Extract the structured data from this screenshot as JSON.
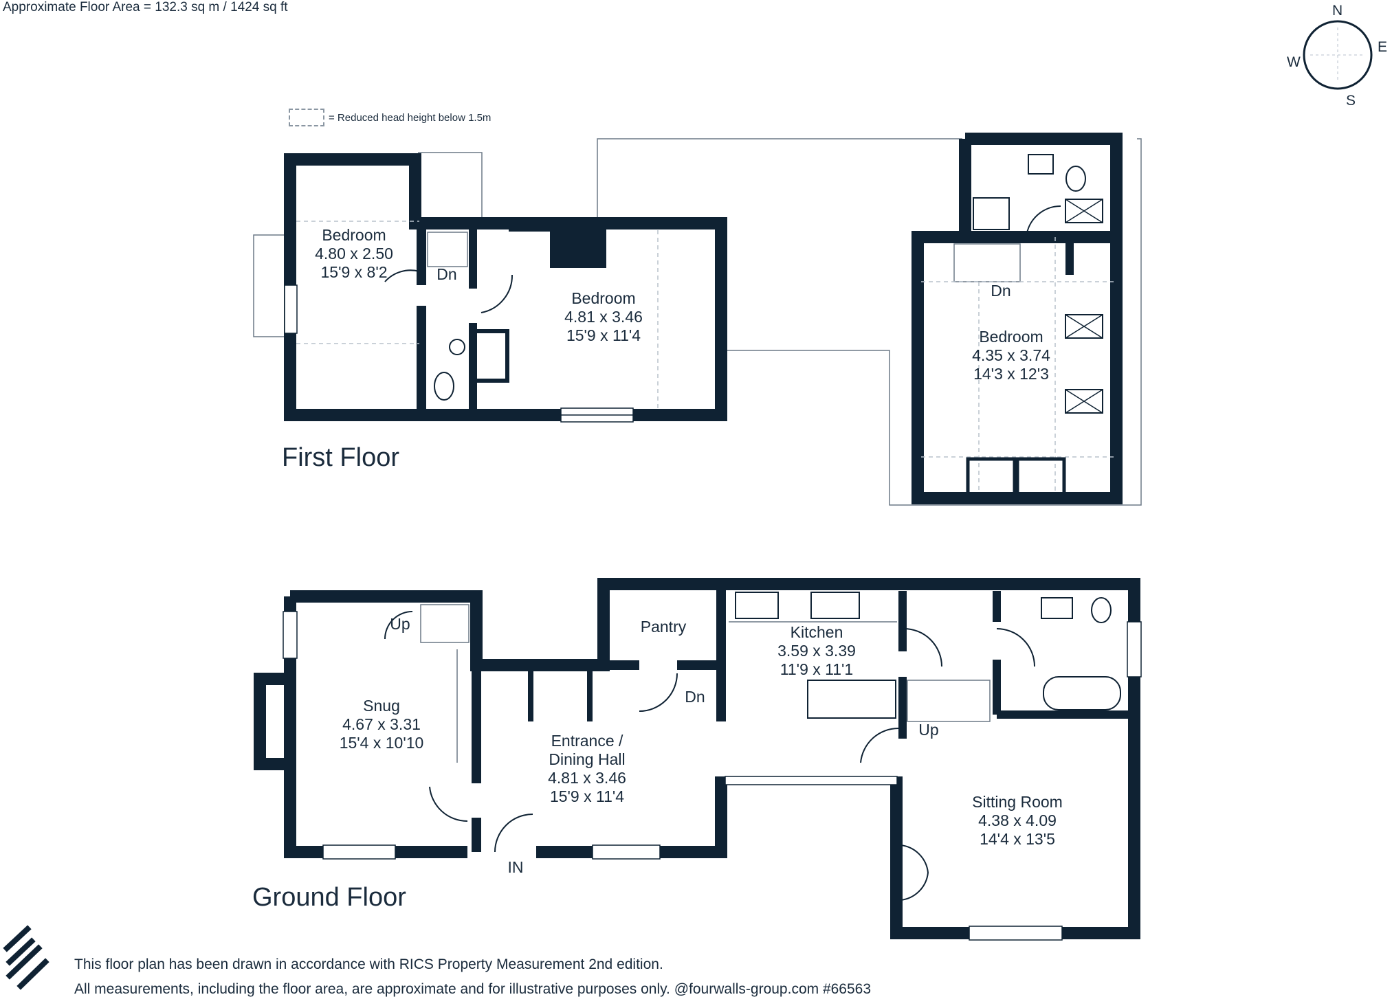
{
  "header": {
    "floor_area": "Approximate Floor Area = 132.3 sq m / 1424 sq ft"
  },
  "key": {
    "text": "= Reduced head height below 1.5m"
  },
  "compass": {
    "n": "N",
    "e": "E",
    "s": "S",
    "w": "W"
  },
  "floors": {
    "first": {
      "title": "First Floor",
      "rooms": [
        {
          "name": "Bedroom",
          "metric": "4.80 x 2.50",
          "imperial": "15'9 x 8'2"
        },
        {
          "name": "Bedroom",
          "metric": "4.81 x 3.46",
          "imperial": "15'9 x 11'4"
        },
        {
          "name": "Bedroom",
          "metric": "4.35 x 3.74",
          "imperial": "14'3 x 12'3"
        }
      ],
      "labels": {
        "dn1": "Dn",
        "dn2": "Dn"
      }
    },
    "ground": {
      "title": "Ground Floor",
      "rooms": [
        {
          "name": "Snug",
          "metric": "4.67 x 3.31",
          "imperial": "15'4 x 10'10"
        },
        {
          "name": "Pantry"
        },
        {
          "name": "Kitchen",
          "metric": "3.59 x 3.39",
          "imperial": "11'9 x 11'1"
        },
        {
          "name1": "Entrance /",
          "name2": "Dining Hall",
          "metric": "4.81 x 3.46",
          "imperial": "15'9 x 11'4"
        },
        {
          "name": "Sitting Room",
          "metric": "4.38 x 4.09",
          "imperial": "14'4 x 13'5"
        }
      ],
      "labels": {
        "up1": "Up",
        "up2": "Up",
        "dn": "Dn",
        "in": "IN"
      }
    }
  },
  "footer": {
    "line1": "This floor plan has been drawn in accordance with RICS Property Measurement 2nd edition.",
    "line2": "All measurements, including the floor area, are approximate and for illustrative purposes only. @fourwalls-group.com #66563"
  },
  "colors": {
    "wall": "#0f2233",
    "text": "#1a2b3c",
    "compass": "#e8715a",
    "thin": "#6b7886"
  }
}
